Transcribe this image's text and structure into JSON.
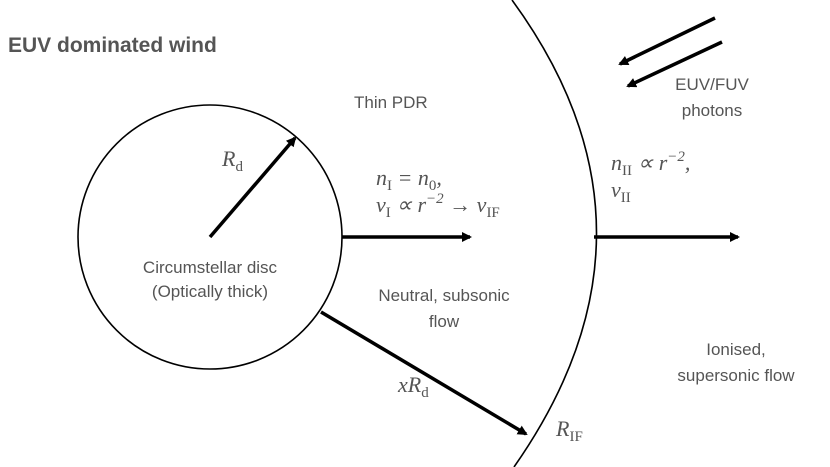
{
  "title": "EUV dominated wind",
  "labels": {
    "thin_pdr": "Thin PDR",
    "photons_line1": "EUV/FUV",
    "photons_line2": "photons",
    "disc_line1": "Circumstellar disc",
    "disc_line2": "(Optically thick)",
    "neutral_line1": "Neutral, subsonic",
    "neutral_line2": "flow",
    "ionised_line1": "Ionised,",
    "ionised_line2": "supersonic flow"
  },
  "math": {
    "r_disc": {
      "base": "R",
      "sub": "d"
    },
    "x_r_disc": {
      "prefix": "x",
      "base": "R",
      "sub": "d"
    },
    "r_if": {
      "base": "R",
      "sub": "IF"
    },
    "n_i": {
      "base": "n",
      "sub": "I",
      "rest": " = ",
      "base2": "n",
      "sub2": "0",
      "tail": ","
    },
    "v_i": {
      "base": "v",
      "sub": "I",
      "rest": " ∝ r",
      "sup": "−2",
      "arrow": " → v",
      "sub2": "IF"
    },
    "n_ii": {
      "base": "n",
      "sub": "II",
      "rest": " ∝ r",
      "sup": "−2",
      "tail": ","
    },
    "v_ii": {
      "base": "v",
      "sub": "II"
    }
  }
}
